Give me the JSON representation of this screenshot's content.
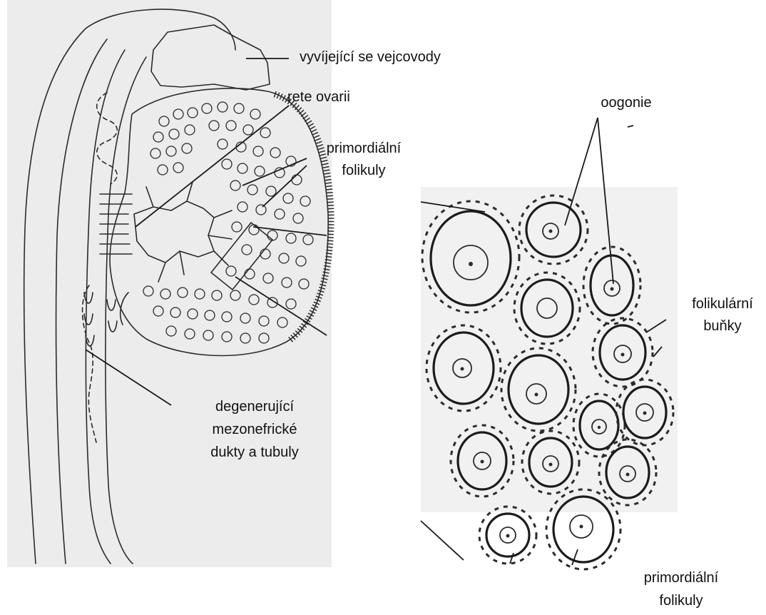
{
  "labels": {
    "oviducts": "vyvíjející se vejcovody",
    "rete": "rete ovarii",
    "primordial_left_1": "primordiální",
    "primordial_left_2": "folikuly",
    "mesonephric_1": "degenerující",
    "mesonephric_2": "mezonefrické",
    "mesonephric_3": "dukty a tubuly",
    "oogonia": "oogonie",
    "follicular_1": "folikulární",
    "follicular_2": "buňky",
    "primordial_right_1": "primordiální",
    "primordial_right_2": "folikuly"
  },
  "colors": {
    "background": "#ffffff",
    "left_panel": "#ececec",
    "right_panel": "#f1f1f1",
    "ink": "#1c1c1c"
  }
}
